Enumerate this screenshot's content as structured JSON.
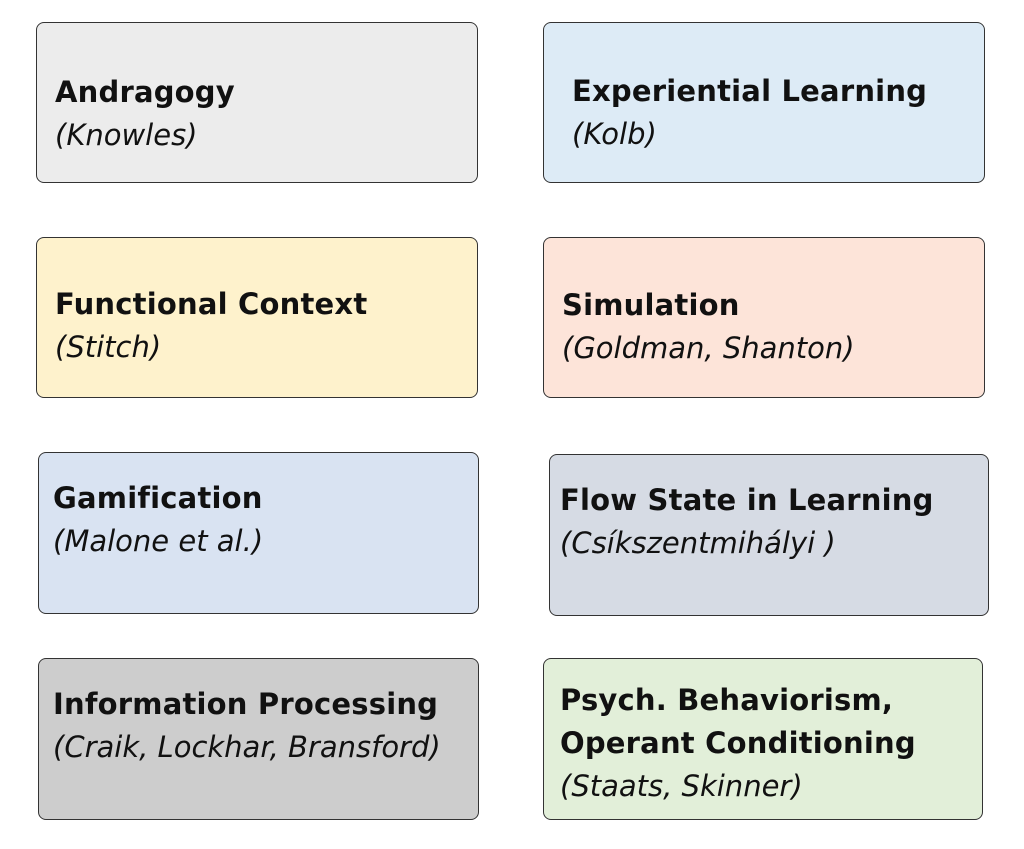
{
  "cards": [
    {
      "title": "Andragogy",
      "authors": "(Knowles)",
      "color": "#ececec"
    },
    {
      "title": "Experiential Learning",
      "authors": "(Kolb)",
      "color": "#ddebf6"
    },
    {
      "title": "Functional Context",
      "authors": "(Stitch)",
      "color": "#fef2cc"
    },
    {
      "title": "Simulation",
      "authors": "(Goldman, Shanton)",
      "color": "#fde4d9"
    },
    {
      "title": "Gamification",
      "authors": "(Malone et al.)",
      "color": "#d9e3f2"
    },
    {
      "title": "Flow State in Learning",
      "authors": "(Csíkszentmihályi )",
      "color": "#d6dbe4"
    },
    {
      "title": "Information Processing",
      "authors": "(Craik, Lockhar, Bransford)",
      "color": "#cdcdcd"
    },
    {
      "title_line1": "Psych. Behaviorism,",
      "title_line2": "Operant Conditioning",
      "authors": "(Staats, Skinner)",
      "color": "#e2efd9"
    }
  ]
}
